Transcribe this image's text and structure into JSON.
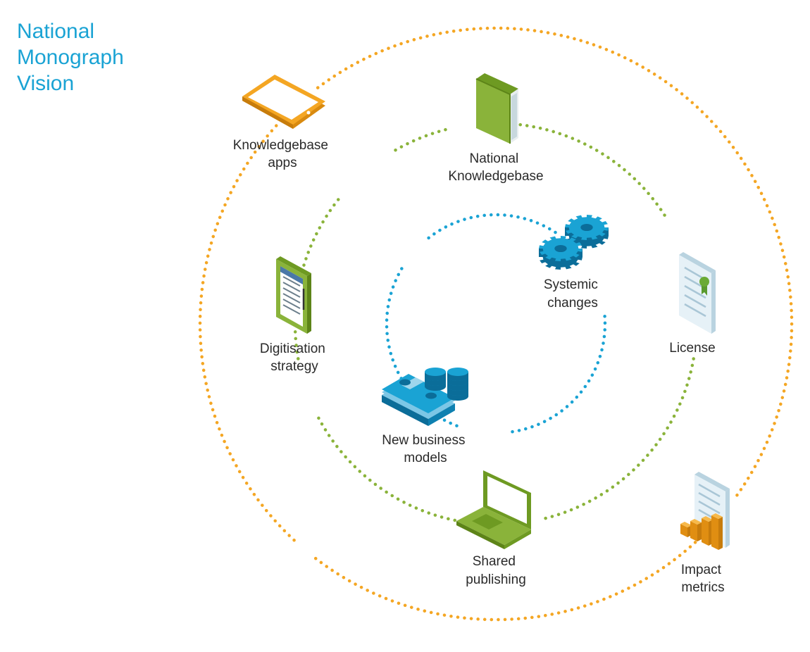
{
  "title": {
    "line1": "National",
    "line2": "Monograph",
    "line3": "Vision"
  },
  "rings": {
    "outer": {
      "color": "#f4a623"
    },
    "middle": {
      "color": "#8ab33a"
    },
    "inner": {
      "color": "#1aa3d4"
    }
  },
  "nodes": {
    "knowledgebase_apps": {
      "line1": "Knowledgebase",
      "line2": "apps",
      "icon": "tablet-icon"
    },
    "national_knowledgebase": {
      "line1": "National",
      "line2": "Knowledgebase",
      "icon": "book-icon"
    },
    "systemic_changes": {
      "line1": "Systemic",
      "line2": "changes",
      "icon": "gears-icon"
    },
    "license": {
      "line1": "License",
      "icon": "certificate-icon"
    },
    "digitisation_strategy": {
      "line1": "Digitisation",
      "line2": "strategy",
      "icon": "clipboard-icon"
    },
    "new_business_models": {
      "line1": "New business",
      "line2": "models",
      "icon": "money-coins-icon"
    },
    "shared_publishing": {
      "line1": "Shared",
      "line2": "publishing",
      "icon": "laptop-icon"
    },
    "impact_metrics": {
      "line1": "Impact",
      "line2": "metrics",
      "icon": "chart-document-icon"
    }
  }
}
